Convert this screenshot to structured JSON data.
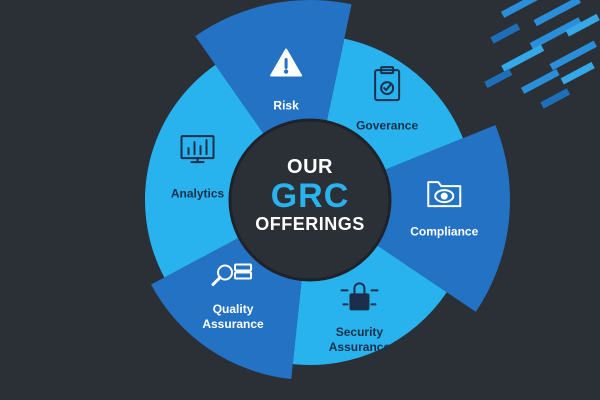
{
  "hub": {
    "line1": "OUR",
    "line2": "GRC",
    "line3": "OFFERINGS"
  },
  "segments": [
    {
      "id": "risk",
      "label": "Risk",
      "icon": "warning-icon"
    },
    {
      "id": "governance",
      "label": "Goverance",
      "icon": "clipboard-check-icon"
    },
    {
      "id": "compliance",
      "label": "Compliance",
      "icon": "folder-eye-icon"
    },
    {
      "id": "security-assurance",
      "label": "Security\nAssurance",
      "icon": "lock-icon"
    },
    {
      "id": "quality-assurance",
      "label": "Quality\nAssurance",
      "icon": "magnifier-server-icon"
    },
    {
      "id": "analytics",
      "label": "Analytics",
      "icon": "monitor-chart-icon"
    }
  ],
  "colors": {
    "background": "#2b2f36",
    "light_segment": "#29b3ee",
    "dark_segment": "#2372c4",
    "hub": "#2b2f36",
    "accent": "#29b3ee"
  }
}
